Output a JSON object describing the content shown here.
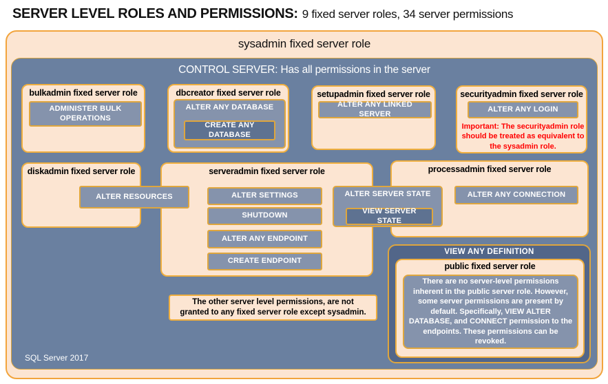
{
  "page": {
    "title_bold": "SERVER LEVEL ROLES AND PERMISSIONS:",
    "title_rest": "9 fixed server roles, 34 server permissions"
  },
  "colors": {
    "peach": "#FCE5D2",
    "gold_border": "#F2A43C",
    "inner_gold_border": "#DFA63D",
    "control_blue": "#6A80A0",
    "permission_gray": "#8593AC",
    "permission_dark": "#5E7291",
    "definition_navy": "#526689",
    "warning_red": "#FF0000",
    "text_white": "#FFFFFF",
    "text_black": "#000000"
  },
  "sysadmin": {
    "label": "sysadmin fixed server role"
  },
  "control_server": {
    "label": "CONTROL SERVER: Has all permissions in the server",
    "footer": "SQL Server 2017"
  },
  "roles": {
    "bulkadmin": {
      "label": "bulkadmin fixed server role",
      "permissions": [
        "ADMINISTER BULK OPERATIONS"
      ]
    },
    "dbcreator": {
      "label": "dbcreator fixed server role",
      "outer_permission": "ALTER ANY DATABASE",
      "nested_permission": "CREATE ANY DATABASE"
    },
    "setupadmin": {
      "label": "setupadmin fixed server role",
      "permissions": [
        "ALTER ANY LINKED SERVER"
      ]
    },
    "securityadmin": {
      "label": "securityadmin fixed server role",
      "permissions": [
        "ALTER ANY LOGIN"
      ],
      "warning": "Important: The securityadmin role should be treated as equivalent to the sysadmin role."
    },
    "diskadmin": {
      "label": "diskadmin fixed server role",
      "permissions": [
        "ALTER RESOURCES"
      ]
    },
    "serveradmin": {
      "label": "serveradmin fixed server role",
      "permissions": [
        "ALTER SETTINGS",
        "SHUTDOWN",
        "ALTER ANY ENDPOINT",
        "CREATE ENDPOINT"
      ]
    },
    "server_state": {
      "outer_permission": "ALTER SERVER STATE",
      "nested_permission": "VIEW SERVER STATE"
    },
    "processadmin": {
      "label": "processadmin fixed server role",
      "permissions": [
        "ALTER ANY CONNECTION"
      ]
    },
    "public": {
      "container_label": "VIEW ANY DEFINITION",
      "label": "public fixed server role",
      "description": "There are no server-level permissions inherent in the public server role. However, some server permissions are present by default. Specifically, VIEW ALTER DATABASE, and CONNECT permission to the endpoints. These permissions can be revoked."
    }
  },
  "note": "The other server level permissions, are not granted to any fixed server role except sysadmin."
}
